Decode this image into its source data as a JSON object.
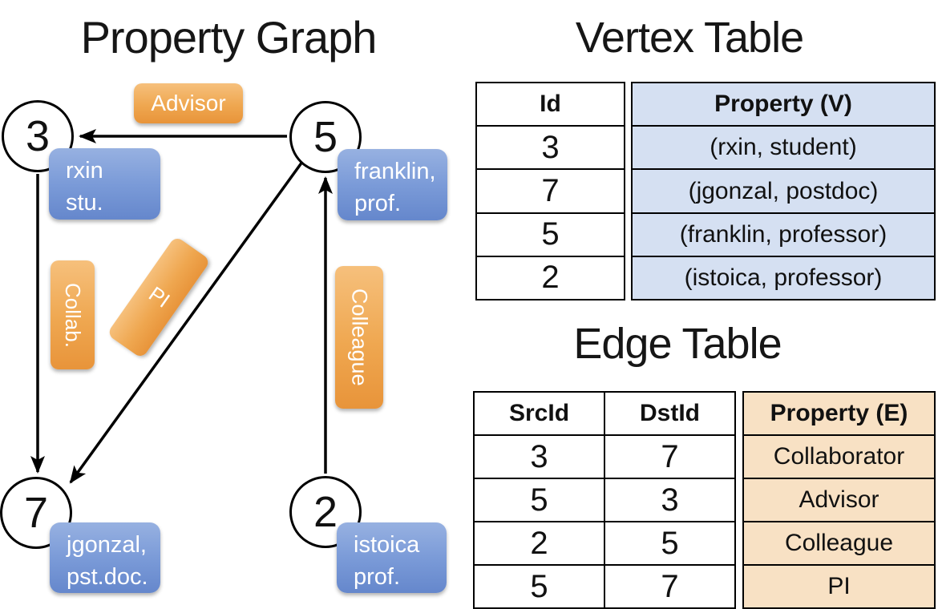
{
  "titles": {
    "property_graph": "Property Graph",
    "vertex_table": "Vertex Table",
    "edge_table": "Edge Table"
  },
  "graph": {
    "nodes": [
      {
        "id": "3"
      },
      {
        "id": "5"
      },
      {
        "id": "7"
      },
      {
        "id": "2"
      }
    ],
    "edge_labels": {
      "advisor": "Advisor",
      "collab": "Collab.",
      "pi": "PI",
      "colleague": "Colleague"
    },
    "property_boxes": [
      {
        "line1": "rxin",
        "line2": "stu."
      },
      {
        "line1": "franklin,",
        "line2": "prof."
      },
      {
        "line1": "jgonzal,",
        "line2": "pst.doc."
      },
      {
        "line1": "istoica",
        "line2": "prof."
      }
    ]
  },
  "vertex_table": {
    "headers": {
      "id": "Id",
      "property": "Property (V)"
    },
    "rows": [
      {
        "id": "3",
        "property": "(rxin, student)"
      },
      {
        "id": "7",
        "property": "(jgonzal, postdoc)"
      },
      {
        "id": "5",
        "property": "(franklin, professor)"
      },
      {
        "id": "2",
        "property": "(istoica, professor)"
      }
    ]
  },
  "edge_table": {
    "headers": {
      "src": "SrcId",
      "dst": "DstId",
      "property": "Property (E)"
    },
    "rows": [
      {
        "src": "3",
        "dst": "7",
        "property": "Collaborator"
      },
      {
        "src": "5",
        "dst": "3",
        "property": "Advisor"
      },
      {
        "src": "2",
        "dst": "5",
        "property": "Colleague"
      },
      {
        "src": "5",
        "dst": "7",
        "property": "PI"
      }
    ]
  },
  "colors": {
    "edge_label_orange": "#EFA750",
    "vertex_box_blue": "#7B9BD8",
    "vertex_table_fill": "#D5E0F2",
    "edge_table_fill": "#F8E1C4",
    "line_color": "#000000"
  }
}
